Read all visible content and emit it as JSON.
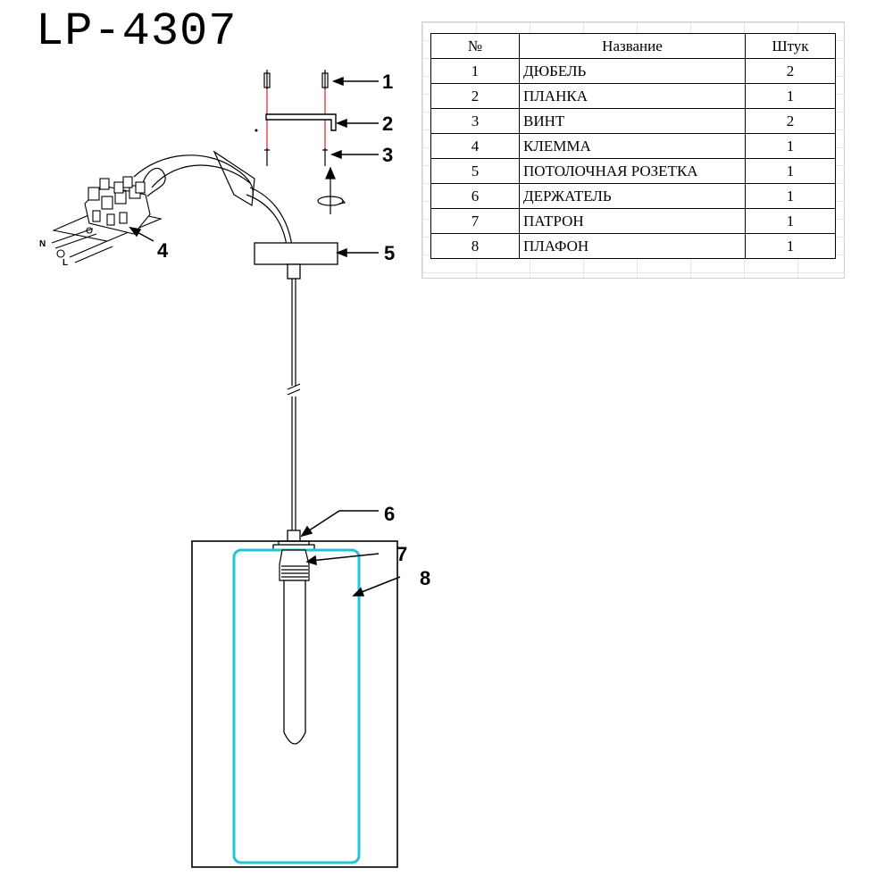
{
  "title": "LP-4307",
  "table": {
    "headers": [
      "№",
      "Название",
      "Штук"
    ],
    "rows": [
      {
        "num": "1",
        "name": "ДЮБЕЛЬ",
        "qty": "2"
      },
      {
        "num": "2",
        "name": "ПЛАНКА",
        "qty": "1"
      },
      {
        "num": "3",
        "name": "ВИНТ",
        "qty": "2"
      },
      {
        "num": "4",
        "name": "КЛЕММА",
        "qty": "1"
      },
      {
        "num": "5",
        "name": "ПОТОЛОЧНАЯ РОЗЕТКА",
        "qty": "1"
      },
      {
        "num": "6",
        "name": "ДЕРЖАТЕЛЬ",
        "qty": "1"
      },
      {
        "num": "7",
        "name": "ПАТРОН",
        "qty": "1"
      },
      {
        "num": "8",
        "name": "ПЛАФОН",
        "qty": "1"
      }
    ]
  },
  "callouts": [
    "1",
    "2",
    "3",
    "4",
    "5",
    "6",
    "7",
    "8"
  ],
  "terminal_labels": {
    "n": "N",
    "l": "L"
  },
  "colors": {
    "shade_outline": "#22c4d6",
    "dowel_line": "#e0202a"
  }
}
